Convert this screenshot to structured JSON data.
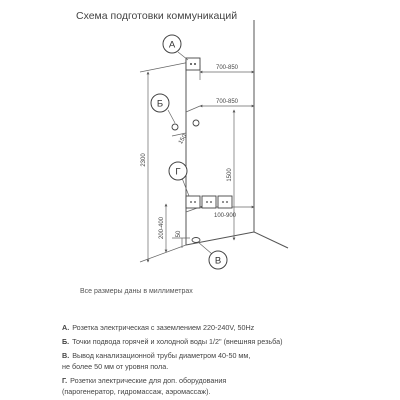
{
  "title": "Схема подготовки коммуникаций",
  "markers": {
    "a": "А",
    "b": "Б",
    "g": "Г",
    "v": "В"
  },
  "dimensions": {
    "height_total": "2300",
    "height_b": "1500",
    "height_g": "200-400",
    "height_drain": "50",
    "offset_a": "700-850",
    "offset_b": "700-850",
    "spacing_b": "150",
    "offset_g": "100-900"
  },
  "note": "Все размеры даны в миллиметрах",
  "legend": [
    {
      "key": "А.",
      "text": "Розетка электрическая с заземлением 220-240V, 50Hz"
    },
    {
      "key": "Б.",
      "text": "Точки подвода горячей и холодной воды 1/2\" (внешняя резьба)"
    },
    {
      "key": "В.",
      "text": "Вывод канализационной трубы диаметром 40-50 мм,\nне более 50 мм от уровня пола."
    },
    {
      "key": "Г.",
      "text": "Розетки электрические для доп. оборудования\n(парогенератор, гидромассаж, аэромассаж)."
    }
  ]
}
